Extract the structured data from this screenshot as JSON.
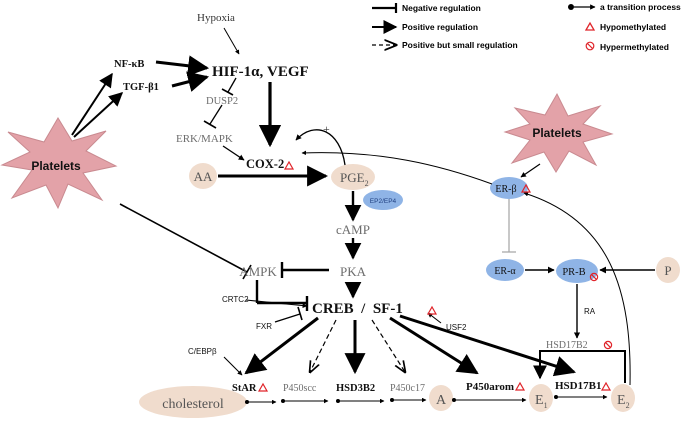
{
  "legend": {
    "negative": "Negative regulation",
    "positive": "Positive regulation",
    "small": "Positive but small regulation",
    "transition": "a transition process",
    "hypo": "Hypomethylated",
    "hyper": "Hypermethylated"
  },
  "nodes": {
    "hypoxia": "Hypoxia",
    "nfkb": "NF-κB",
    "tgfb1": "TGF-β1",
    "hif": "HIF-1α, VEGF",
    "dusp2": "DUSP2",
    "erkmapk": "ERK/MAPK",
    "plus": "+",
    "cox2": "COX-2",
    "aa": "AA",
    "pge": "PGE",
    "pge_sub": "2",
    "ep": "EP2/EP4",
    "camp": "cAMP",
    "ampk": "AMPK",
    "pka": "PKA",
    "crtc2": "CRTC2",
    "fxr": "FXR",
    "creb": "CREB  /  SF-1",
    "usf2": "USF2",
    "cebpb": "C/EBPβ",
    "star": "StAR",
    "p450scc": "P450scc",
    "hsd3b2": "HSD3B2",
    "p450c17": "P450c17",
    "p450arom": "P450arom",
    "hsd17b1": "HSD17B1",
    "cholesterol": "cholesterol",
    "a": "A",
    "e1": "E",
    "e1_sub": "1",
    "e2": "E",
    "e2_sub": "2",
    "platelets_left": "Platelets",
    "platelets_right": "Platelets",
    "erb": "ER-β",
    "era": "ER-α",
    "prb": "PR-B",
    "p": "P",
    "ra": "RA",
    "hsd17b2": "HSD17B2"
  },
  "colors": {
    "platelet_fill": "#e3a2a8",
    "platelet_stroke": "#c98a90",
    "blob_fill": "#f0dccd",
    "receptor_fill": "#8fb4e6",
    "marker_red": "#e0242a",
    "grey_text": "#6d6d6d"
  }
}
